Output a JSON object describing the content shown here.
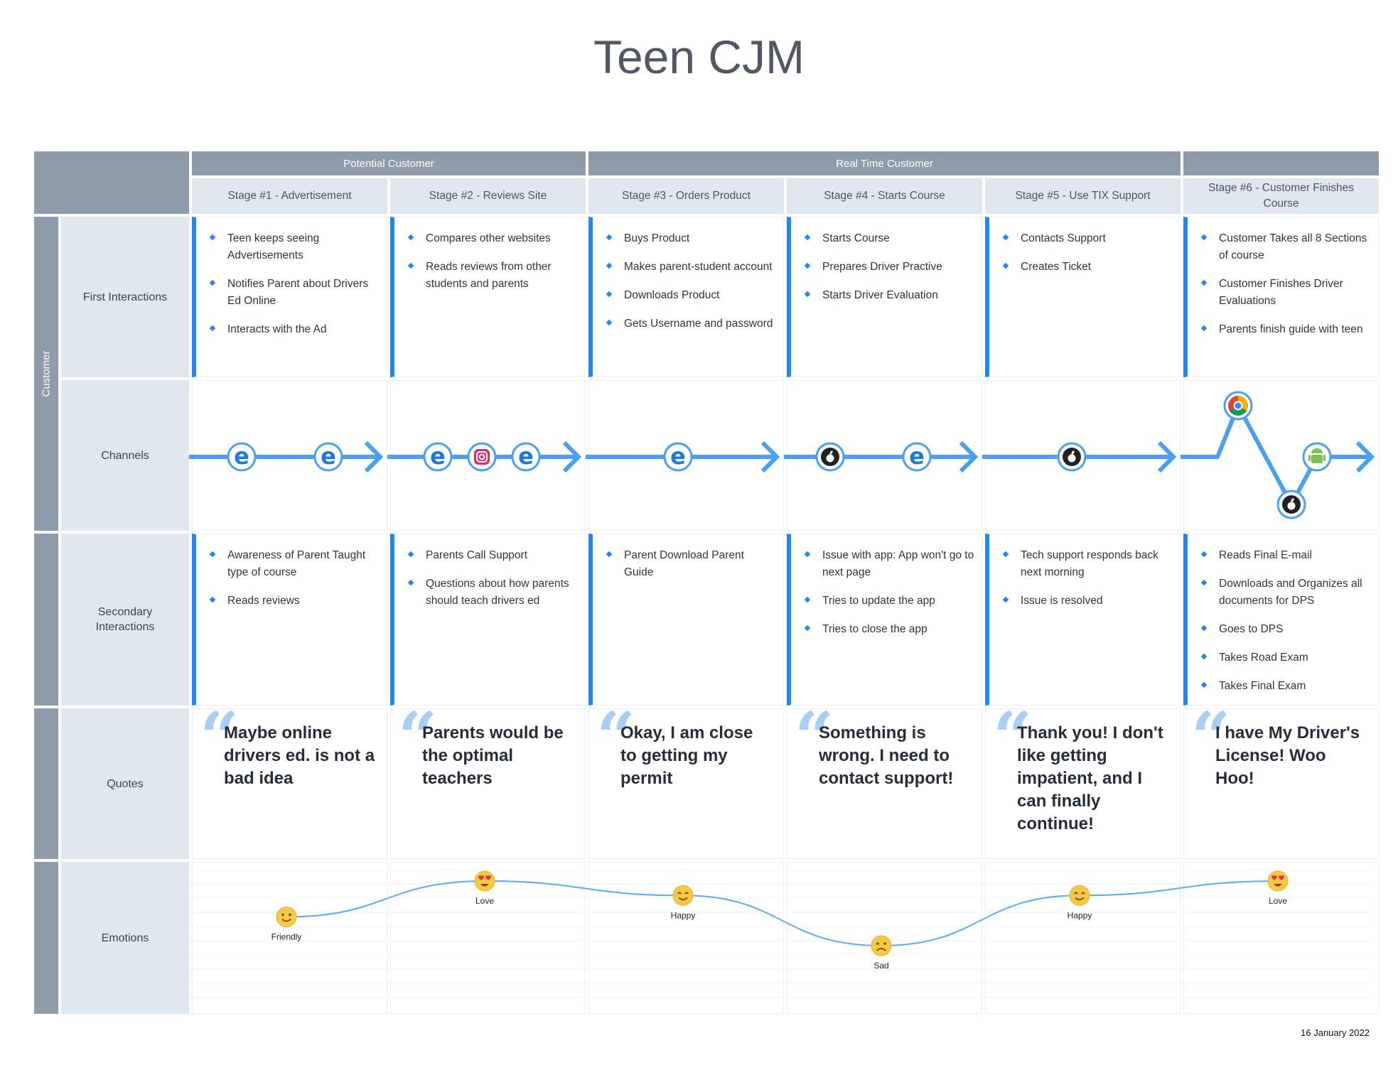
{
  "title": "Teen CJM",
  "date": "16 January 2022",
  "side_label": "Customer",
  "phases": [
    "Potential Customer",
    "Real Time Customer",
    ""
  ],
  "stages": [
    "Stage #1 - Advertisement",
    "Stage #2 - Reviews Site",
    "Stage #3 - Orders Product",
    "Stage #4 - Starts Course",
    "Stage #5 - Use TIX Support",
    "Stage #6 - Customer Finishes Course"
  ],
  "row_labels": {
    "first": "First Interactions",
    "channels": "Channels",
    "secondary": "Secondary Interactions",
    "quotes": "Quotes",
    "emotions": "Emotions"
  },
  "first_interactions": [
    [
      "Teen keeps seeing Advertisements",
      "Notifies Parent about Drivers Ed Online",
      "Interacts with the Ad"
    ],
    [
      "Compares other websites",
      "Reads reviews from other students and parents"
    ],
    [
      "Buys Product",
      "Makes parent-student account",
      "Downloads Product",
      "Gets Username and password"
    ],
    [
      "Starts Course",
      "Prepares Driver Practive",
      "Starts Driver Evaluation"
    ],
    [
      "Contacts Support",
      "Creates Ticket"
    ],
    [
      "Customer  Takes all 8 Sections of course",
      "Customer Finishes Driver Evaluations",
      "Parents finish guide with teen"
    ]
  ],
  "secondary_interactions": [
    [
      "Awareness of Parent Taught type of course",
      "Reads reviews"
    ],
    [
      "Parents Call Support",
      "Questions about how parents should teach drivers ed"
    ],
    [
      "Parent Download Parent Guide"
    ],
    [
      "Issue with app: App won't go to next page",
      "Tries to update the app",
      "Tries to close the app"
    ],
    [
      "Tech support responds back next morning",
      "Issue is resolved"
    ],
    [
      "Reads Final E-mail",
      "Downloads and Organizes all documents for DPS",
      "Goes to DPS",
      "Takes Road Exam",
      "Takes Final Exam"
    ]
  ],
  "channels": [
    [
      "edge-icon",
      "edge-icon"
    ],
    [
      "edge-icon",
      "instagram-icon",
      "edge-icon"
    ],
    [
      "edge-icon"
    ],
    [
      "apple-icon",
      "edge-icon"
    ],
    [
      "apple-icon"
    ],
    [
      "chrome-icon",
      "apple-icon",
      "android-icon"
    ]
  ],
  "quotes": [
    "Maybe online drivers ed. is not a bad idea",
    "Parents would be the optimal teachers",
    "Okay, I am close to getting my permit",
    "Something is wrong. I need to contact support!",
    "Thank you! I don't like getting impatient, and I can finally continue!",
    "I have My Driver's License! Woo Hoo!"
  ],
  "emotions": [
    {
      "label": "Friendly",
      "level": 0.45
    },
    {
      "label": "Love",
      "level": 0.95
    },
    {
      "label": "Happy",
      "level": 0.75
    },
    {
      "label": "Sad",
      "level": 0.05
    },
    {
      "label": "Happy",
      "level": 0.75
    },
    {
      "label": "Love",
      "level": 0.95
    }
  ],
  "colors": {
    "accent": "#1f87f0",
    "line": "#4a9ff0",
    "header": "#8d9baa",
    "label_bg": "#e0e7ee"
  }
}
